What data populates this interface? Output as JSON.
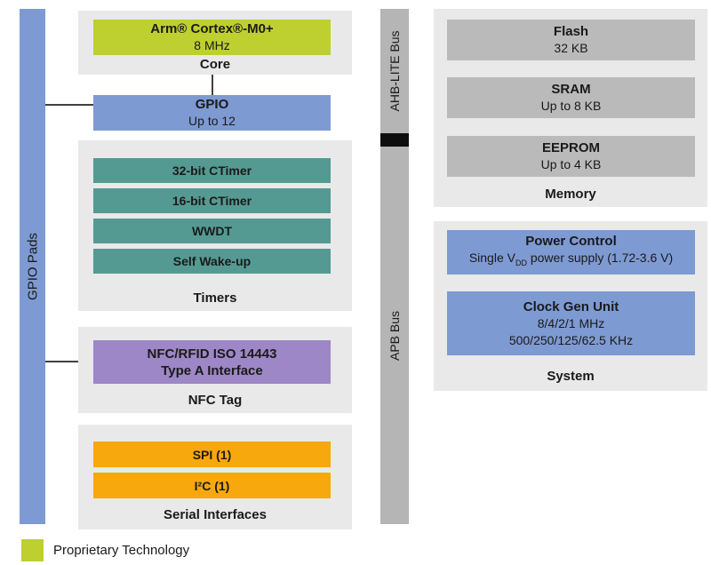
{
  "gpio_pads": {
    "label": "GPIO Pads"
  },
  "buses": {
    "ahb_label": "AHB-LITE Bus",
    "apb_label": "APB Bus"
  },
  "core": {
    "section_label": "Core",
    "title": "Arm® Cortex®-M0+",
    "subtitle": "8 MHz"
  },
  "gpio": {
    "title": "GPIO",
    "subtitle": "Up to 12"
  },
  "timers": {
    "section_label": "Timers",
    "blocks": [
      "32-bit CTimer",
      "16-bit CTimer",
      "WWDT",
      "Self Wake-up"
    ]
  },
  "nfc": {
    "section_label": "NFC Tag",
    "title_line1": "NFC/RFID ISO 14443",
    "title_line2": "Type A Interface"
  },
  "serial": {
    "section_label": "Serial Interfaces",
    "blocks": [
      "SPI (1)",
      "I²C (1)"
    ]
  },
  "memory": {
    "section_label": "Memory",
    "blocks": [
      {
        "title": "Flash",
        "subtitle": "32 KB"
      },
      {
        "title": "SRAM",
        "subtitle": "Up to 8 KB"
      },
      {
        "title": "EEPROM",
        "subtitle": "Up to 4 KB"
      }
    ]
  },
  "system": {
    "section_label": "System",
    "power": {
      "title": "Power Control",
      "subtitle_pre": "Single V",
      "subtitle_sub": "DD",
      "subtitle_post": " power supply (1.72-3.6 V)"
    },
    "clock": {
      "title": "Clock Gen Unit",
      "line1": "8/4/2/1 MHz",
      "line2": "500/250/125/62.5 KHz"
    }
  },
  "legend": {
    "label": "Proprietary Technology"
  },
  "colors": {
    "proprietary_lime": "#bdd02f",
    "peripheral_blue": "#7e9ad2",
    "timer_teal": "#549a92",
    "nfc_purple": "#9d87c6",
    "serial_orange": "#f7a80d",
    "memory_gray": "#bababa",
    "bus_gray": "#b5b5b5",
    "bus_separator_black": "#0d0d0d",
    "section_background": "#e9e9e9"
  }
}
